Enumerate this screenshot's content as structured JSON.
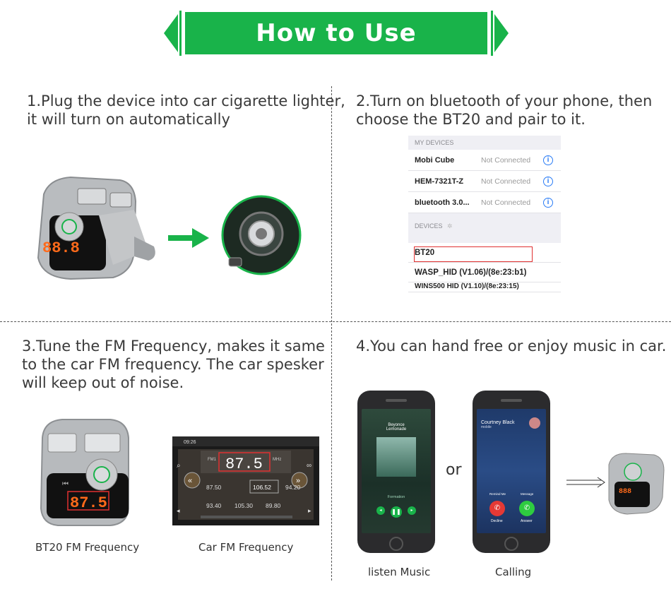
{
  "banner": {
    "title": "How to Use",
    "color": "#19b34a"
  },
  "steps": {
    "step1": {
      "line1": "1.Plug the device into car cigarette lighter,",
      "line2": "it will turn on automatically"
    },
    "step2": {
      "line1": "2.Turn on bluetooth of your phone, then",
      "line2": "choose the BT20 and pair to it."
    },
    "step3": {
      "line1": "3.Tune the FM Frequency, makes it same",
      "line2": "to the car FM frequency. The car spesker",
      "line3": "will keep out of noise."
    },
    "step4": {
      "line1": "4.You can hand free or enjoy music in car."
    }
  },
  "bluetooth": {
    "my_devices_header": "MY DEVICES",
    "my_devices": [
      {
        "name": "Mobi Cube",
        "status": "Not Connected"
      },
      {
        "name": "HEM-7321T-Z",
        "status": "Not Connected"
      },
      {
        "name": "bluetooth 3.0...",
        "status": "Not Connected"
      }
    ],
    "devices_header": "DEVICES",
    "devices": [
      "BT20",
      "WASP_HID (V1.06)/(8e:23:b1)",
      "WINS500 HID (V1.10)/(8e:23:15)"
    ],
    "highlight_color": "#e03030"
  },
  "device_display": {
    "step1_reading": "88.8",
    "bt20_frequency": "87.5"
  },
  "car_radio": {
    "time": "09:26",
    "band": "FM1",
    "frequency": "87.5",
    "unit": "MHz",
    "presets": [
      "87.50",
      "106.52",
      "94.20",
      "93.40",
      "105.30",
      "89.80"
    ]
  },
  "captions": {
    "bt20": "BT20 FM Frequency",
    "car": "Car FM Frequency",
    "music": "listen Music",
    "calling": "Calling"
  },
  "or_label": "or",
  "music_phone": {
    "artist": "Beyonce",
    "album": "Lemonade",
    "track": "Formation"
  },
  "call_phone": {
    "caller": "Courtney Black",
    "type": "mobile",
    "remind": "Remind Me",
    "message": "Message",
    "decline": "Decline",
    "answer": "Answer"
  }
}
